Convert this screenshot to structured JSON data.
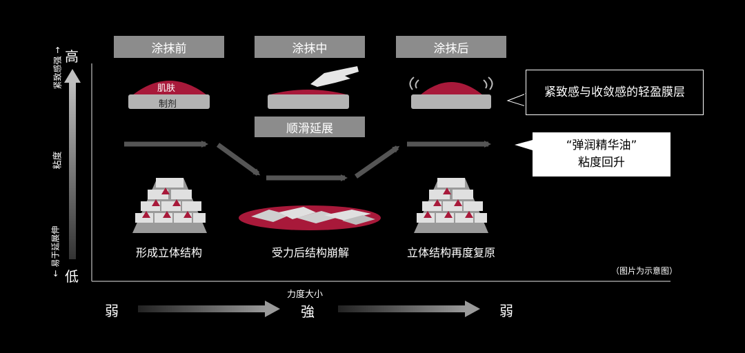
{
  "stages": {
    "before": "涂抹前",
    "during": "涂抹中",
    "after": "涂抹后"
  },
  "labels": {
    "skin": "肌肤",
    "product": "制剂",
    "smooth_spread": "顺滑延展"
  },
  "callouts": {
    "tight_feel": "紧致感与收敛感的轻盈膜层",
    "viscosity_line1": "“弹润精华油”",
    "viscosity_line2": "粘度回升"
  },
  "captions": {
    "form_structure": "形成立体结构",
    "structure_collapse": "受力后结构崩解",
    "structure_reform": "立体结构再度复原"
  },
  "y_axis": {
    "high": "高",
    "low": "低",
    "title": "粘度",
    "top_note": "紧致感强 →",
    "bottom_note": "← 易于延展伸"
  },
  "x_axis": {
    "title": "力度大小",
    "weak_left": "弱",
    "strong": "強",
    "weak_right": "弱"
  },
  "note": "（图片为示意图）",
  "colors": {
    "crimson": "#a8193a",
    "grey_box": "#8c8c8c",
    "platform": "#b3b3b3",
    "arrow": "#555555"
  }
}
